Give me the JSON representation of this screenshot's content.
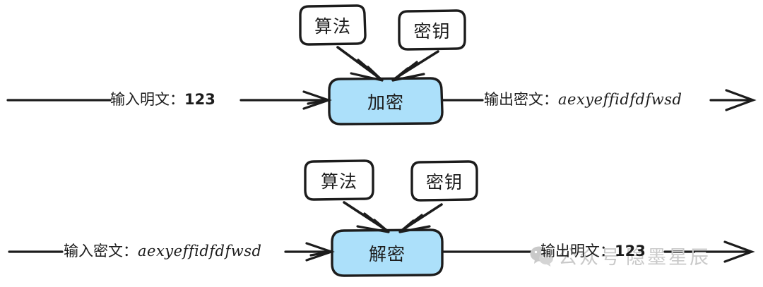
{
  "diagram": {
    "title": "encryption-decryption-flow",
    "colors": {
      "node_fill": "#ace0fa",
      "node_stroke": "#1c1c1c",
      "plain_node_fill": "#ffffff",
      "text": "#1c1c1c",
      "watermark": "#c9c9c9"
    },
    "rows": [
      {
        "id": "encrypt-row",
        "process_label": "加密",
        "algorithm_label": "算法",
        "key_label": "密钥",
        "input_prefix": "输入明文：",
        "input_value": "123",
        "input_value_style": "num",
        "output_prefix": "输出密文：",
        "output_value": "aexyeffidfdfwsd",
        "output_value_style": "script"
      },
      {
        "id": "decrypt-row",
        "process_label": "解密",
        "algorithm_label": "算法",
        "key_label": "密钥",
        "input_prefix": "输入密文：",
        "input_value": "aexyeffidfdfwsd",
        "input_value_style": "script",
        "output_prefix": "输出明文：",
        "output_value": "123",
        "output_value_style": "num"
      }
    ],
    "watermark": {
      "icon": "wechat-icon",
      "prefix": "公众号",
      "name": "隐墨星辰"
    }
  }
}
